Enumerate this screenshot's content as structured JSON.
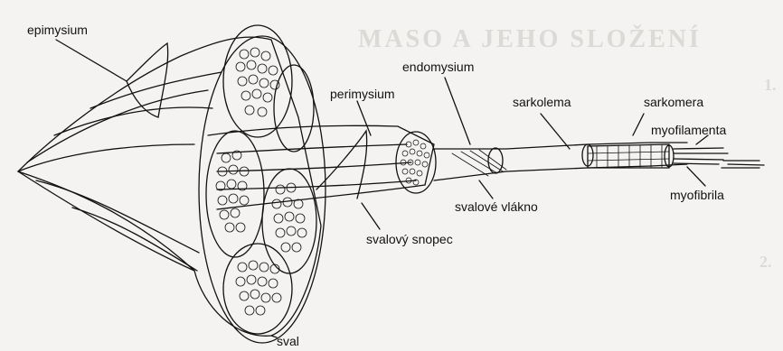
{
  "background": {
    "heading": "MASO A JEHO SLOŽENÍ",
    "section_1": "1.",
    "section_2": "2."
  },
  "labels": {
    "epimysium": "epimysium",
    "perimysium": "perimysium",
    "endomysium": "endomysium",
    "sarkolema": "sarkolema",
    "sarkomera": "sarkomera",
    "myofilamenta": "myofilamenta",
    "myofibrila": "myofibrila",
    "svalove_vlakno": "svalové vlákno",
    "svalovy_snopec": "svalový snopec",
    "sval": "sval"
  },
  "colors": {
    "ink": "#111111",
    "paper": "#f4f3f1",
    "faded_text": "#dcdad6"
  }
}
